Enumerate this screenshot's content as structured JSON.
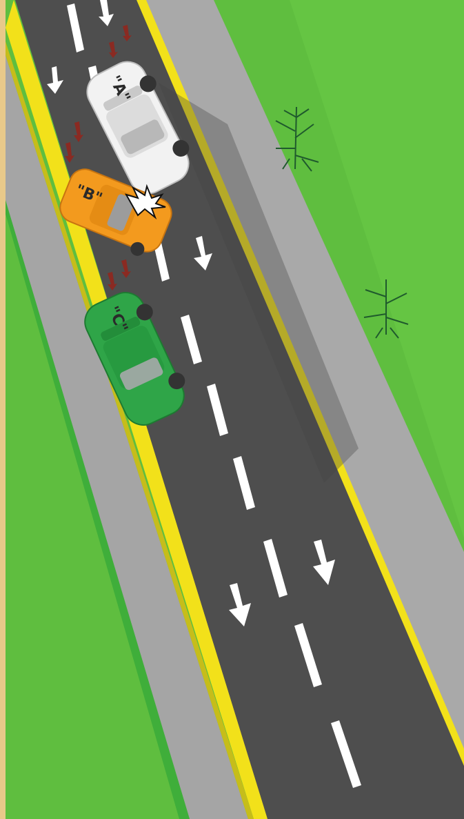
{
  "scene": {
    "description_type": "traffic-accident-diagram",
    "colors": {
      "grass": "#5fbe3f",
      "grass_dark": "#4fae35",
      "sidewalk": "#a7a7a7",
      "road": "#4e4e4e",
      "edge_line": "#f2e11a",
      "lane_marking": "#ffffff",
      "car_a": "#f2f2f2",
      "car_b": "#f39a1e",
      "car_c": "#2fa548",
      "motion_arrow": "#8a2a22",
      "border": "#e8c98a"
    },
    "icons": [
      "impact-star-icon",
      "direction-arrow-icon",
      "motion-arrow-icon",
      "bush-icon"
    ]
  },
  "cars": [
    {
      "id": "car-a",
      "label": "\"A\"",
      "color_key": "car_a"
    },
    {
      "id": "car-b",
      "label": "\"B\"",
      "color_key": "car_b"
    },
    {
      "id": "car-c",
      "label": "\"C\"",
      "color_key": "car_c"
    }
  ]
}
